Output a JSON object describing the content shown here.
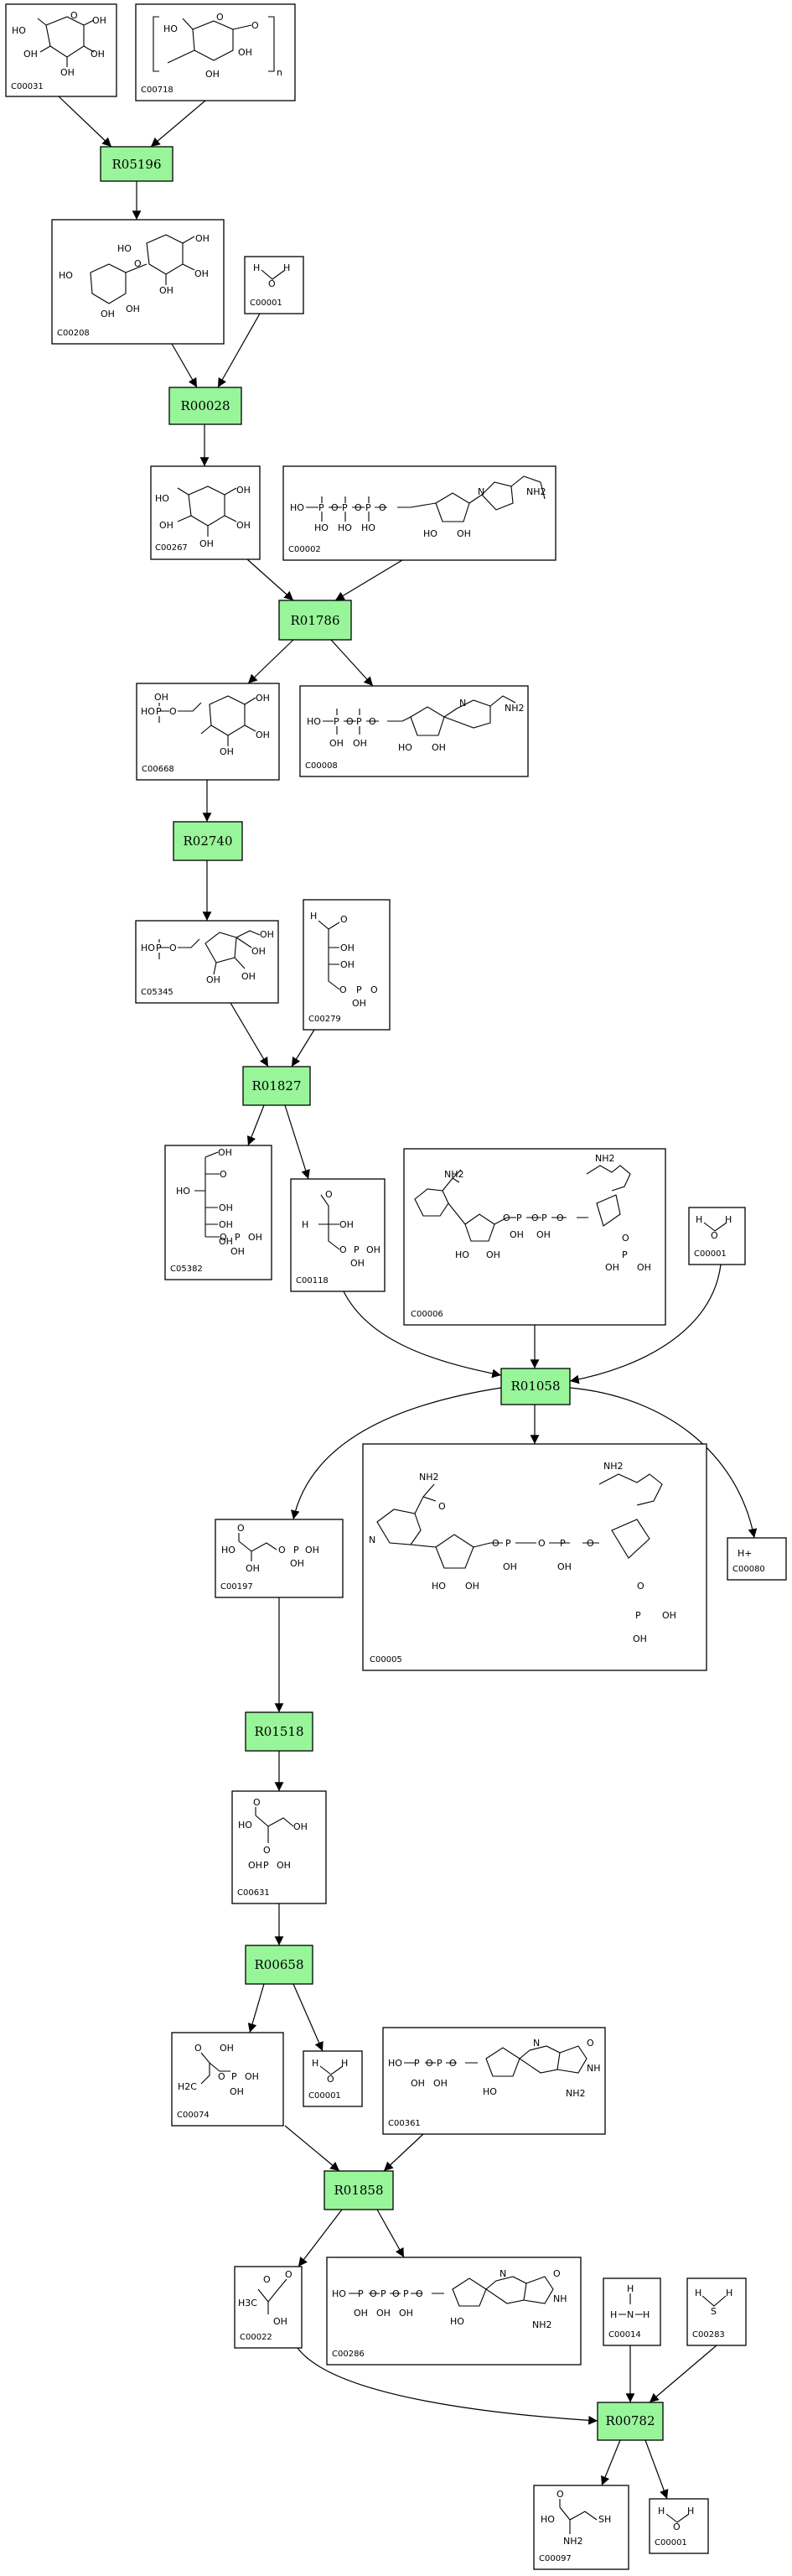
{
  "colors": {
    "reaction_fill": "#98f59a",
    "border": "#000000",
    "background": "#ffffff"
  },
  "compounds": {
    "C00031": {
      "id": "C00031",
      "atoms": [
        "HO",
        "OH",
        "OH",
        "OH",
        "OH",
        "O"
      ]
    },
    "C00718": {
      "id": "C00718",
      "atoms": [
        "HO",
        "OH",
        "OH",
        "O",
        "O",
        "n"
      ]
    },
    "C00208": {
      "id": "C00208",
      "atoms": [
        "HO",
        "OH",
        "OH",
        "OH",
        "OH",
        "HO",
        "OH",
        "O"
      ]
    },
    "C00001a": {
      "id": "C00001",
      "atoms": [
        "H",
        "O",
        "H"
      ]
    },
    "C00267": {
      "id": "C00267",
      "atoms": [
        "HO",
        "OH",
        "OH",
        "OH",
        "OH"
      ]
    },
    "C00002": {
      "id": "C00002",
      "atoms": [
        "HO",
        "P",
        "O",
        "P",
        "O",
        "P",
        "O",
        "HO",
        "HO",
        "HO",
        "OH",
        "HO",
        "NH2",
        "N"
      ]
    },
    "C00668": {
      "id": "C00668",
      "atoms": [
        "HO",
        "P",
        "OH",
        "O",
        "OH",
        "OH",
        "OH"
      ]
    },
    "C00008": {
      "id": "C00008",
      "atoms": [
        "HO",
        "P",
        "O",
        "P",
        "O",
        "OH",
        "OH",
        "HO",
        "OH",
        "NH2",
        "N"
      ]
    },
    "C05345": {
      "id": "C05345",
      "atoms": [
        "HO",
        "P",
        "O",
        "OH",
        "OH",
        "OH",
        "OH"
      ]
    },
    "C00279": {
      "id": "C00279",
      "atoms": [
        "H",
        "O",
        "OH",
        "OH",
        "O",
        "P",
        "O",
        "OH"
      ]
    },
    "C05382": {
      "id": "C05382",
      "atoms": [
        "OH",
        "O",
        "HO",
        "OH",
        "OH",
        "OH",
        "O",
        "P",
        "OH",
        "OH"
      ]
    },
    "C00118": {
      "id": "C00118",
      "atoms": [
        "O",
        "H",
        "OH",
        "O",
        "P",
        "OH",
        "OH"
      ]
    },
    "C00006": {
      "id": "C00006",
      "atoms": [
        "NH2",
        "NH2",
        "O",
        "P",
        "O",
        "P",
        "O",
        "OH",
        "OH",
        "HO",
        "OH",
        "O",
        "P",
        "OH",
        "OH"
      ]
    },
    "C00001b": {
      "id": "C00001",
      "atoms": [
        "H",
        "O",
        "H"
      ]
    },
    "C00197": {
      "id": "C00197",
      "atoms": [
        "O",
        "HO",
        "OH",
        "O",
        "P",
        "OH",
        "OH"
      ]
    },
    "C00005": {
      "id": "C00005",
      "atoms": [
        "NH2",
        "NH2",
        "O",
        "N",
        "O",
        "P",
        "O",
        "P",
        "O",
        "OH",
        "OH",
        "HO",
        "OH",
        "O",
        "P",
        "OH",
        "OH"
      ]
    },
    "C00080": {
      "id": "C00080",
      "atoms": [
        "H+"
      ]
    },
    "C00631": {
      "id": "C00631",
      "atoms": [
        "O",
        "HO",
        "OH",
        "O",
        "P",
        "OH",
        "OH"
      ]
    },
    "C00074": {
      "id": "C00074",
      "atoms": [
        "O",
        "OH",
        "H2C",
        "O",
        "P",
        "OH",
        "OH"
      ]
    },
    "C00001c": {
      "id": "C00001",
      "atoms": [
        "H",
        "O",
        "H"
      ]
    },
    "C00361": {
      "id": "C00361",
      "atoms": [
        "HO",
        "P",
        "O",
        "P",
        "O",
        "OH",
        "OH",
        "HO",
        "O",
        "NH",
        "NH2",
        "N"
      ]
    },
    "C00022": {
      "id": "C00022",
      "atoms": [
        "O",
        "H3C",
        "OH",
        "O"
      ]
    },
    "C00286": {
      "id": "C00286",
      "atoms": [
        "HO",
        "P",
        "O",
        "P",
        "O",
        "P",
        "O",
        "OH",
        "OH",
        "OH",
        "HO",
        "O",
        "NH",
        "NH2",
        "N"
      ]
    },
    "C00014": {
      "id": "C00014",
      "atoms": [
        "H",
        "N",
        "H",
        "H"
      ]
    },
    "C00283": {
      "id": "C00283",
      "atoms": [
        "H",
        "S",
        "H"
      ]
    },
    "C00097": {
      "id": "C00097",
      "atoms": [
        "O",
        "HO",
        "SH",
        "NH2"
      ]
    },
    "C00001d": {
      "id": "C00001",
      "atoms": [
        "H",
        "O",
        "H"
      ]
    }
  },
  "reactions": {
    "R05196": "R05196",
    "R00028": "R00028",
    "R01786": "R01786",
    "R02740": "R02740",
    "R01827": "R01827",
    "R01058": "R01058",
    "R01518": "R01518",
    "R00658": "R00658",
    "R01858": "R01858",
    "R00782": "R00782"
  }
}
